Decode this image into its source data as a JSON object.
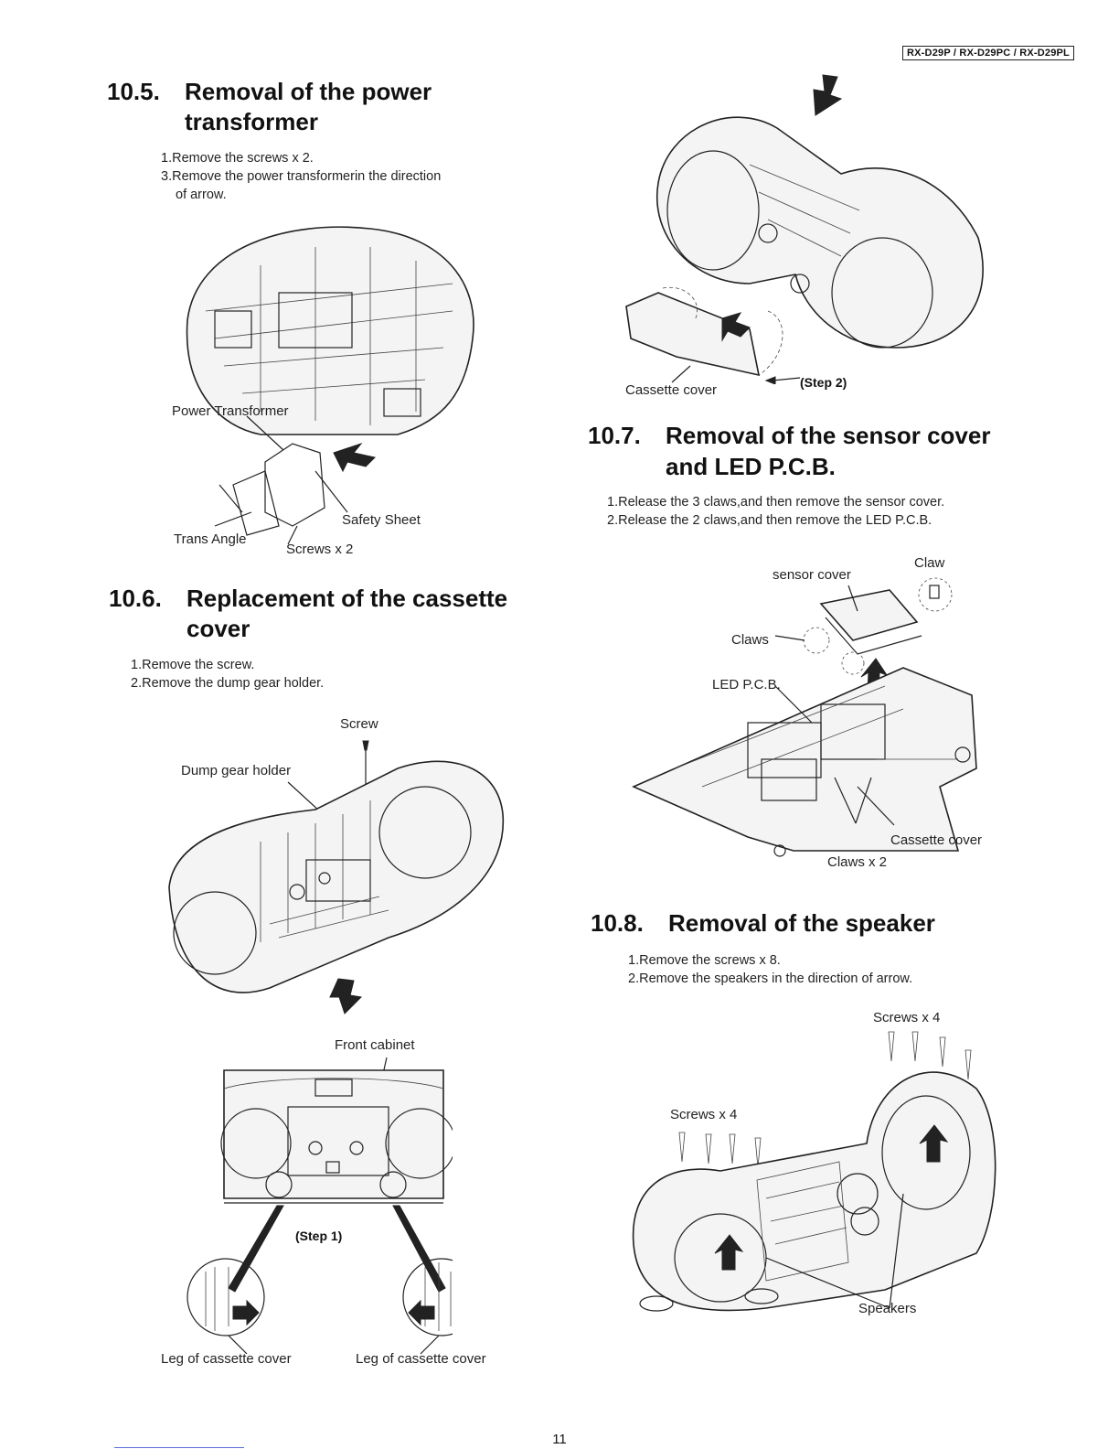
{
  "header": {
    "model": "RX-D29P / RX-D29PC / RX-D29PL"
  },
  "sections": [
    {
      "number": "10.5.",
      "title_line1": "Removal of the power",
      "title_line2": "transformer",
      "steps": [
        "1.Remove the screws x 2.",
        "3.Remove the power transformerin the direction",
        "of arrow."
      ],
      "labels": {
        "power_transformer": "Power Transformer",
        "safety_sheet": "Safety Sheet",
        "trans_angle": "Trans Angle",
        "screws": "Screws x 2"
      }
    },
    {
      "number": "10.6.",
      "title_line1": "Replacement of the cassette",
      "title_line2": "cover",
      "steps": [
        "1.Remove the screw.",
        "2.Remove the dump gear holder."
      ],
      "labels": {
        "screw": "Screw",
        "dump_gear_holder": "Dump gear holder",
        "front_cabinet": "Front cabinet",
        "step1": "(Step 1)",
        "leg_left": "Leg of cassette cover",
        "leg_right": "Leg of cassette cover",
        "cassette_cover": "Cassette cover",
        "step2": "(Step 2)"
      }
    },
    {
      "number": "10.7.",
      "title_line1": "Removal of the sensor cover",
      "title_line2": "and LED P.C.B.",
      "steps": [
        "1.Release the 3 claws,and then remove the sensor cover.",
        "2.Release the 2 claws,and then remove the LED P.C.B."
      ],
      "labels": {
        "claw": "Claw",
        "sensor_cover": "sensor cover",
        "claws": "Claws",
        "led_pcb": "LED P.C.B.",
        "cassette_cover": "Cassette cover",
        "claws_x2": "Claws x 2"
      }
    },
    {
      "number": "10.8.",
      "title_line1": "Removal of the speaker",
      "steps": [
        "1.Remove the screws x 8.",
        "2.Remove the speakers in the direction of arrow."
      ],
      "labels": {
        "screws_right": "Screws x 4",
        "screws_left": "Screws x 4",
        "speakers": "Speakers"
      }
    }
  ],
  "footer": {
    "page_number": "11"
  }
}
